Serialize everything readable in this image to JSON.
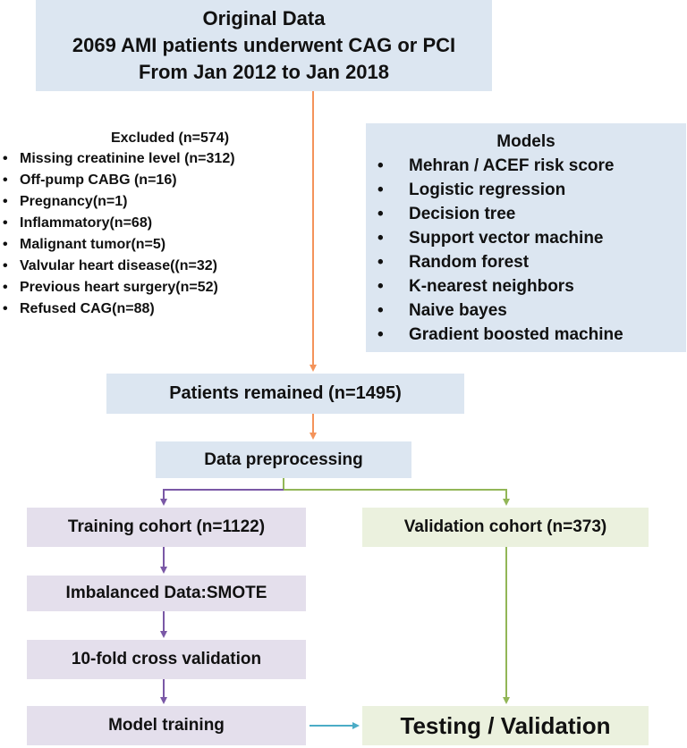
{
  "original_data": {
    "line1": "Original Data",
    "line2": "2069 AMI patients underwent CAG or PCI",
    "line3": "From Jan 2012 to Jan 2018"
  },
  "excluded": {
    "title": "Excluded (n=574)",
    "items": [
      "Missing creatinine level (n=312)",
      "Off-pump CABG (n=16)",
      "Pregnancy(n=1)",
      "Inflammatory(n=68)",
      "Malignant tumor(n=5)",
      "Valvular heart disease((n=32)",
      "Previous heart surgery(n=52)",
      "Refused CAG(n=88)"
    ]
  },
  "models": {
    "title": "Models",
    "items": [
      "Mehran / ACEF risk score",
      "Logistic regression",
      "Decision tree",
      "Support vector machine",
      "Random forest",
      "K-nearest neighbors",
      "Naive bayes",
      "Gradient boosted machine"
    ]
  },
  "patients_remained": "Patients remained (n=1495)",
  "data_preprocessing": "Data preprocessing",
  "training_cohort": "Training cohort (n=1122)",
  "validation_cohort": "Validation cohort (n=373)",
  "imbalanced_data": "Imbalanced Data:SMOTE",
  "cross_validation": "10-fold cross validation",
  "model_training": "Model training",
  "testing_validation": "Testing / Validation",
  "colors": {
    "orange_arrow": "#f4935a",
    "purple_arrow": "#7a58a6",
    "green_arrow": "#92b657",
    "blue_arrow": "#4bacc6",
    "blue_box": "#dce6f1",
    "purple_box": "#e4dfec",
    "green_box": "#ebf1de"
  }
}
